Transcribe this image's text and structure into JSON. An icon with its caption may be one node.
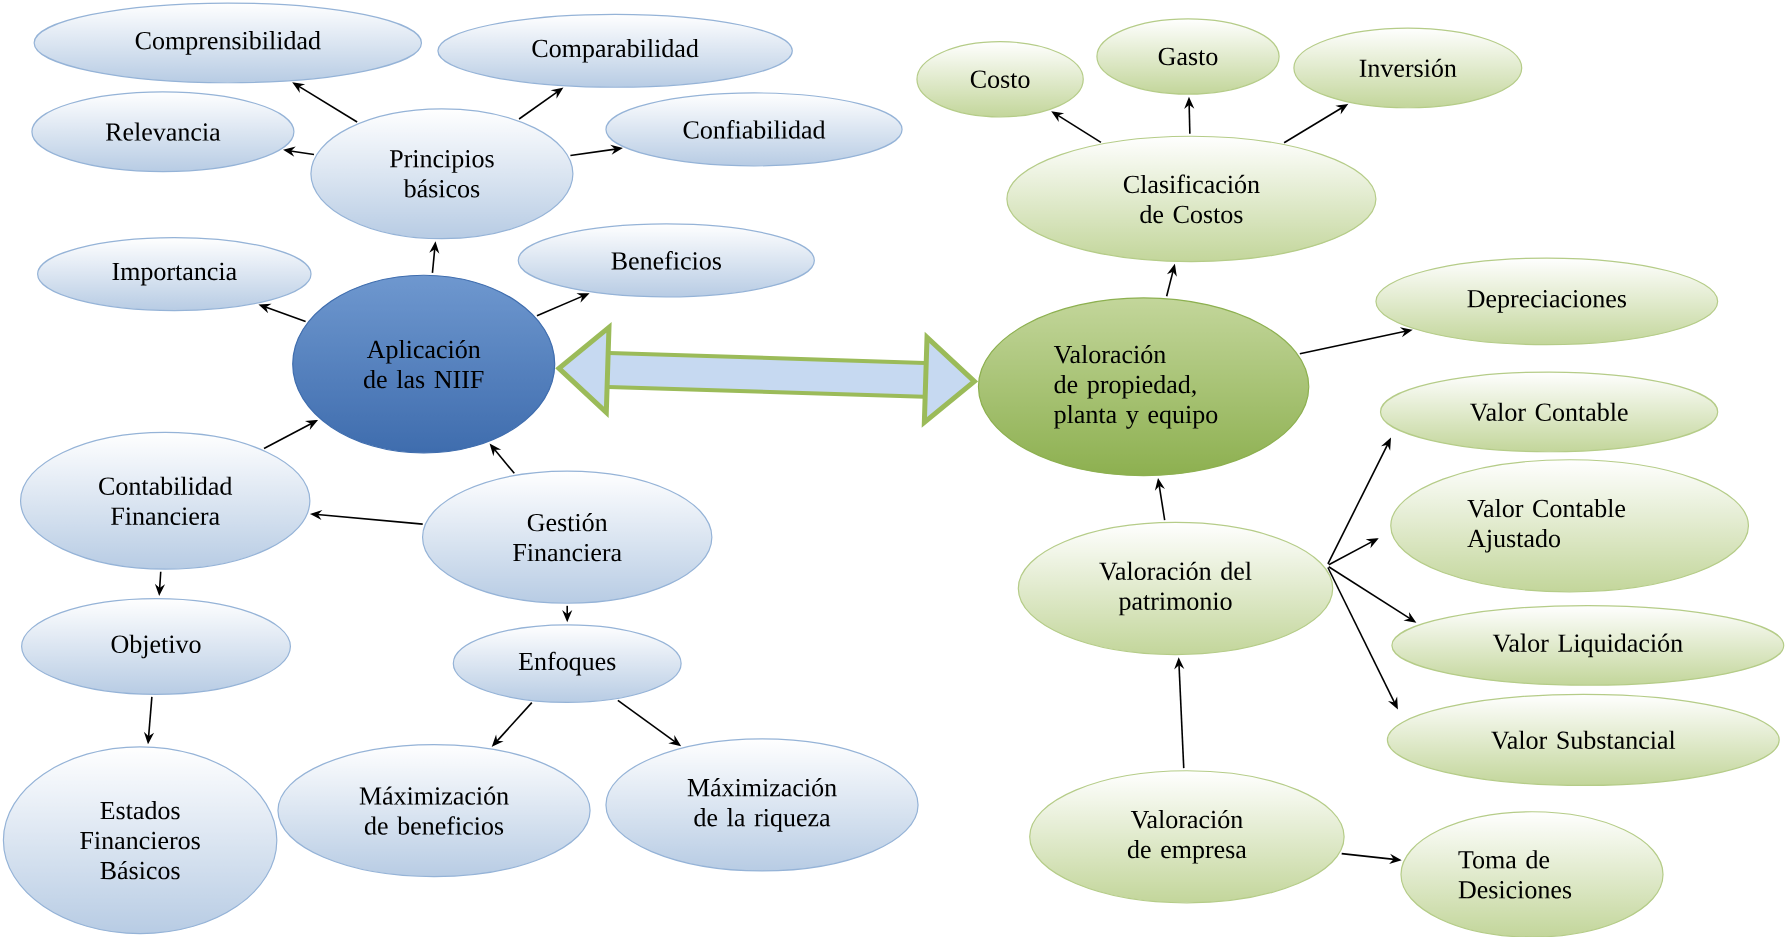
{
  "diagram": {
    "nodes": [
      {
        "text": [
          "Comprensibilidad"
        ]
      },
      {
        "text": [
          "Comparabilidad"
        ]
      },
      {
        "text": [
          "Relevancia"
        ]
      },
      {
        "text": [
          "Principios básicos"
        ]
      },
      {
        "text": [
          "Confiabilidad"
        ]
      },
      {
        "text": [
          "Importancia"
        ]
      },
      {
        "text": [
          "Beneficios"
        ]
      },
      {
        "text": [
          "Aplicación de las NIIF"
        ]
      },
      {
        "text": [
          "Contabilidad Financiera"
        ]
      },
      {
        "text": [
          "Gestión Financiera"
        ]
      },
      {
        "text": [
          "Objetivo"
        ]
      },
      {
        "text": [
          "Enfoques"
        ]
      },
      {
        "text": [
          "Estados Financieros Básicos"
        ]
      },
      {
        "text": [
          "Máximización de beneficios"
        ]
      },
      {
        "text": [
          "Máximización de la riqueza"
        ]
      },
      {
        "text": [
          "Costo"
        ]
      },
      {
        "text": [
          "Gasto"
        ]
      },
      {
        "text": [
          "Inversión"
        ]
      },
      {
        "text": [
          "Clasificación de Costos"
        ]
      },
      {
        "text": [
          "Depreciaciones"
        ]
      },
      {
        "text": [
          "Valoración de propiedad, planta y equipo"
        ]
      },
      {
        "text": [
          "Valor Contable"
        ]
      },
      {
        "text": [
          "Valor Contable Ajustado"
        ]
      },
      {
        "text": [
          "Valoración del patrimonio"
        ]
      },
      {
        "text": [
          "Valor Liquidación"
        ]
      },
      {
        "text": [
          "Valor Substancial"
        ]
      },
      {
        "text": [
          "Valoración de empresa"
        ]
      },
      {
        "text": [
          "Toma de Desiciones"
        ]
      }
    ],
    "edges": [
      {
        "from": 3,
        "to": 0,
        "arrow": "to"
      },
      {
        "from": 3,
        "to": 1,
        "arrow": "to"
      },
      {
        "from": 3,
        "to": 2,
        "arrow": "to"
      },
      {
        "from": 3,
        "to": 4,
        "arrow": "to"
      },
      {
        "from": 7,
        "to": 3,
        "arrow": "to"
      },
      {
        "from": 7,
        "to": 5,
        "arrow": "to"
      },
      {
        "from": 7,
        "to": 6,
        "arrow": "to"
      },
      {
        "from": 8,
        "to": 7,
        "arrow": "to"
      },
      {
        "from": 9,
        "to": 7,
        "arrow": "to"
      },
      {
        "from": 9,
        "to": 8,
        "arrow": "to"
      },
      {
        "from": 8,
        "to": 10,
        "arrow": "to"
      },
      {
        "from": 10,
        "to": 12,
        "arrow": "to"
      },
      {
        "from": 9,
        "to": 11,
        "arrow": "to"
      },
      {
        "from": 11,
        "to": 13,
        "arrow": "to"
      },
      {
        "from": 11,
        "to": 14,
        "arrow": "to"
      },
      {
        "from": 18,
        "to": 15,
        "arrow": "to"
      },
      {
        "from": 18,
        "to": 16,
        "arrow": "to"
      },
      {
        "from": 18,
        "to": 17,
        "arrow": "to"
      },
      {
        "from": 20,
        "to": 18,
        "arrow": "to"
      },
      {
        "from": 20,
        "to": 19,
        "arrow": "to"
      },
      {
        "from": 23,
        "to": 20,
        "arrow": "to"
      },
      {
        "from": 23,
        "to": 21,
        "arrow": "to"
      },
      {
        "from": 23,
        "to": 22,
        "arrow": "to"
      },
      {
        "from": 23,
        "to": 24,
        "arrow": "to"
      },
      {
        "from": 23,
        "to": 25,
        "arrow": "to"
      },
      {
        "from": 26,
        "to": 23,
        "arrow": "to"
      },
      {
        "from": 26,
        "to": 27,
        "arrow": "to"
      },
      {
        "from": 7,
        "to": 20,
        "arrow": "both",
        "style": "thick",
        "color": "#9bbb59"
      }
    ]
  }
}
